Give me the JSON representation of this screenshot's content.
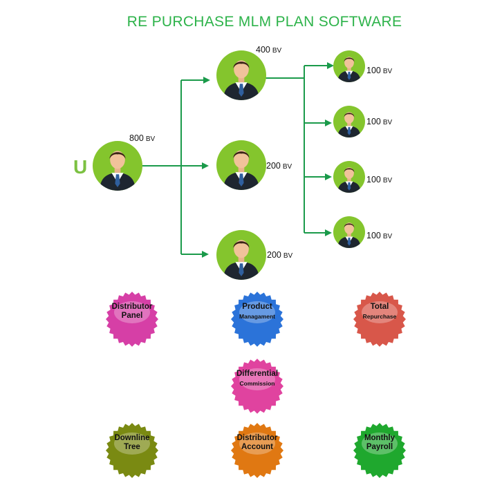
{
  "title": "RE PURCHASE MLM PLAN SOFTWARE",
  "root_letter": "U",
  "nodes": [
    {
      "id": "root",
      "value": "800",
      "unit": "BV"
    },
    {
      "id": "l1-a",
      "value": "400",
      "unit": "BV"
    },
    {
      "id": "l1-b",
      "value": "200",
      "unit": "BV"
    },
    {
      "id": "l1-c",
      "value": "200",
      "unit": "BV"
    },
    {
      "id": "l2-a",
      "value": "100",
      "unit": "BV"
    },
    {
      "id": "l2-b",
      "value": "100",
      "unit": "BV"
    },
    {
      "id": "l2-c",
      "value": "100",
      "unit": "BV"
    },
    {
      "id": "l2-d",
      "value": "100",
      "unit": "BV"
    }
  ],
  "badges": [
    {
      "line1": "Distributor",
      "line2": "Panel",
      "color": "#d63fa6"
    },
    {
      "line1": "Product",
      "line2": "Managament",
      "color": "#2b73d9"
    },
    {
      "line1": "Total",
      "line2": "Repurchase",
      "color": "#d8574a"
    },
    {
      "line1": "Differential",
      "line2": "Commission",
      "color": "#e0439f"
    },
    {
      "line1": "Downline",
      "line2": "Tree",
      "color": "#7a8a12"
    },
    {
      "line1": "Distributor",
      "line2": "Account",
      "color": "#e07812"
    },
    {
      "line1": "Monthly",
      "line2": "Payroll",
      "color": "#1fa82e"
    }
  ],
  "colors": {
    "title": "#2db34a",
    "node_bg": "#84c52d",
    "connector": "#1a9a4a"
  }
}
